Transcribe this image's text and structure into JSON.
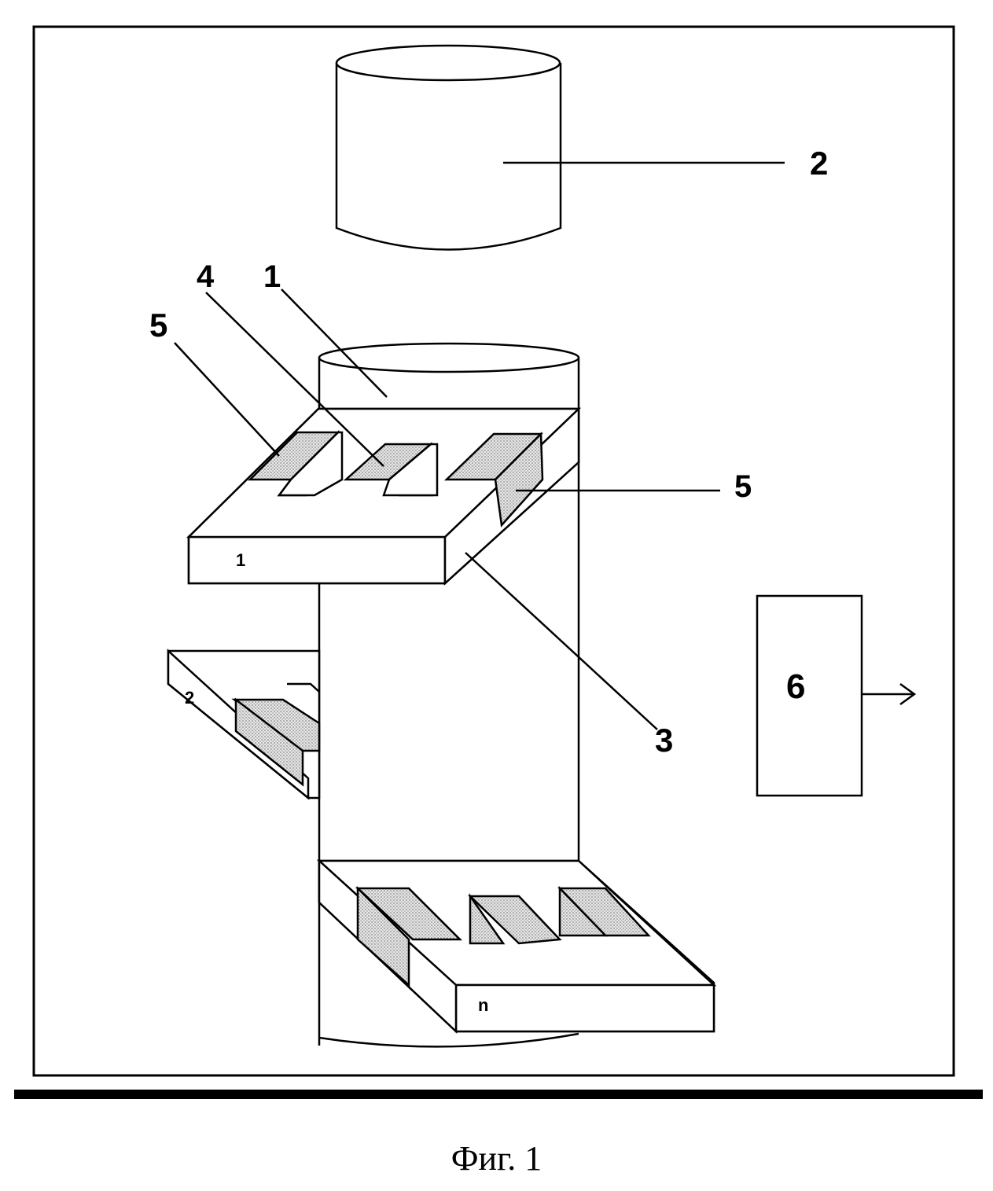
{
  "figure": {
    "caption": "Фиг. 1",
    "labels": {
      "cylinder_top": "2",
      "sample": "1",
      "channel": "4",
      "prism_left": "5",
      "prism_right": "5",
      "ring": "3",
      "block": "6",
      "plate_1_number": "1",
      "plate_2_number": "2",
      "plate_n_number": "n"
    }
  }
}
